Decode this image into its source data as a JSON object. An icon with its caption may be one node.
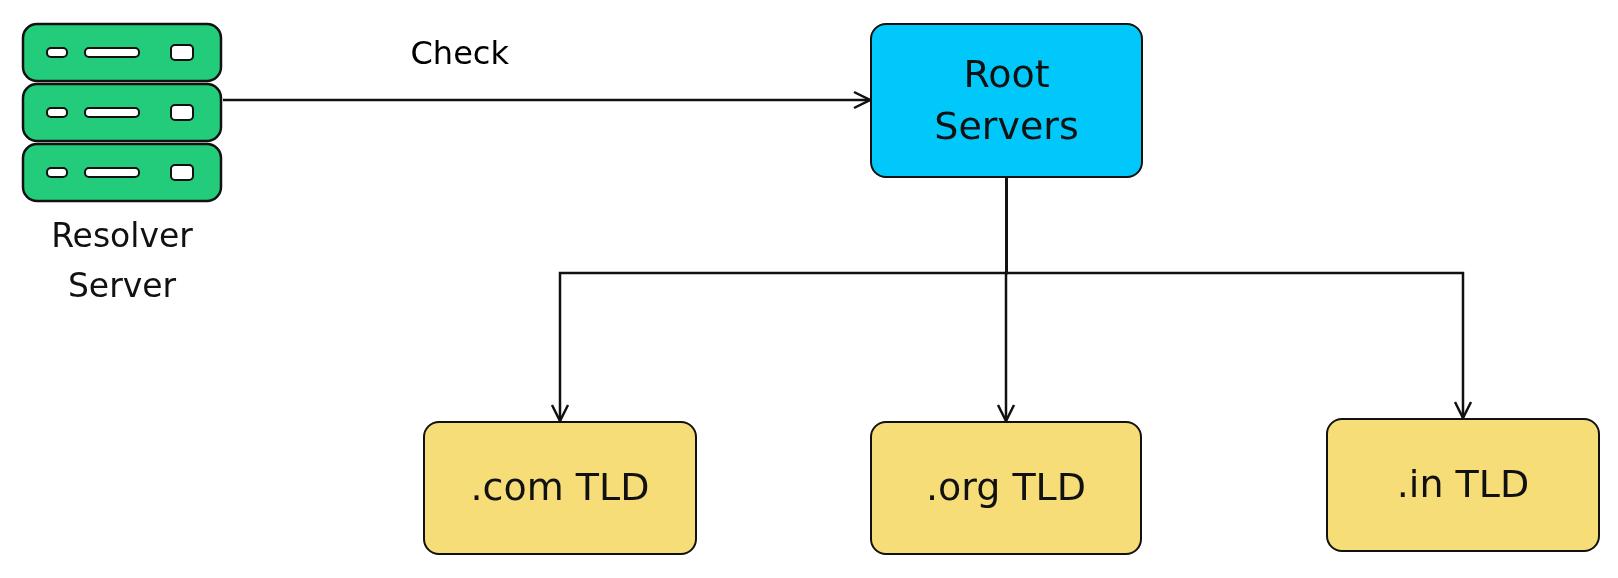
{
  "diagram": {
    "nodes": [
      {
        "text": [
          "Resolver Server"
        ]
      },
      {
        "text": [
          "Root Servers"
        ]
      },
      {
        "text": [
          ".com TLD"
        ]
      },
      {
        "text": [
          ".org TLD"
        ]
      },
      {
        "text": [
          ".in TLD"
        ]
      }
    ],
    "edges": [
      {
        "from": 0,
        "to": 1,
        "arrow": "to",
        "label": "Check"
      },
      {
        "from": 1,
        "to": 2,
        "arrow": "to"
      },
      {
        "from": 1,
        "to": 3,
        "arrow": "to"
      },
      {
        "from": 1,
        "to": 4,
        "arrow": "to"
      }
    ]
  }
}
